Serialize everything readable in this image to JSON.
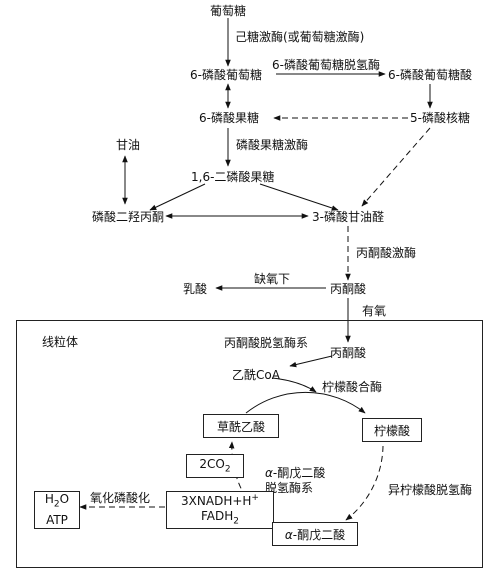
{
  "nodes": {
    "glucose": "葡萄糖",
    "g6p": "6-磷酸葡萄糖",
    "gluconate6p": "6-磷酸葡萄糖酸",
    "f6p": "6-磷酸果糖",
    "ribose5p": "5-磷酸核糖",
    "glycerol": "甘油",
    "fbp": "1,6-二磷酸果糖",
    "dhap": "磷酸二羟丙酮",
    "g3p": "3-磷酸甘油醛",
    "pyruvate": "丙酮酸",
    "lactate": "乳酸",
    "pyruvate_mito": "丙酮酸",
    "acetyl_coa": "乙酰CoA",
    "oxaloacetate": "草酰乙酸",
    "citrate": "柠檬酸",
    "akg": "-酮戊二酸",
    "akg_prefix": "α",
    "co2_main": "2CO",
    "co2_sub": "2",
    "nadh_line1": "3XNADH+H",
    "nadh_sup": "+",
    "fadh_main": "FADH",
    "fadh_sub": "2",
    "h2o_main": "H",
    "h2o_sub": "2",
    "h2o_tail": "O",
    "atp": "ATP"
  },
  "labels": {
    "hexokinase": "己糖激酶(或葡萄糖激酶)",
    "g6pdh": "6-磷酸葡萄糖脱氢酶",
    "pfk": "磷酸果糖激酶",
    "pyruvate_kinase": "丙酮酸激酶",
    "hypoxia": "缺氧下",
    "aerobic": "有氧",
    "mitochondria": "线粒体",
    "pdh": "丙酮酸脱氢酶系",
    "citrate_synthase": "柠檬酸合酶",
    "idh": "异柠檬酸脱氢酶",
    "akgdh_prefix": "α",
    "akgdh_line1": "-酮戊二酸",
    "akgdh_line2": "脱氢酶系",
    "oxphos": "氧化磷酸化"
  }
}
